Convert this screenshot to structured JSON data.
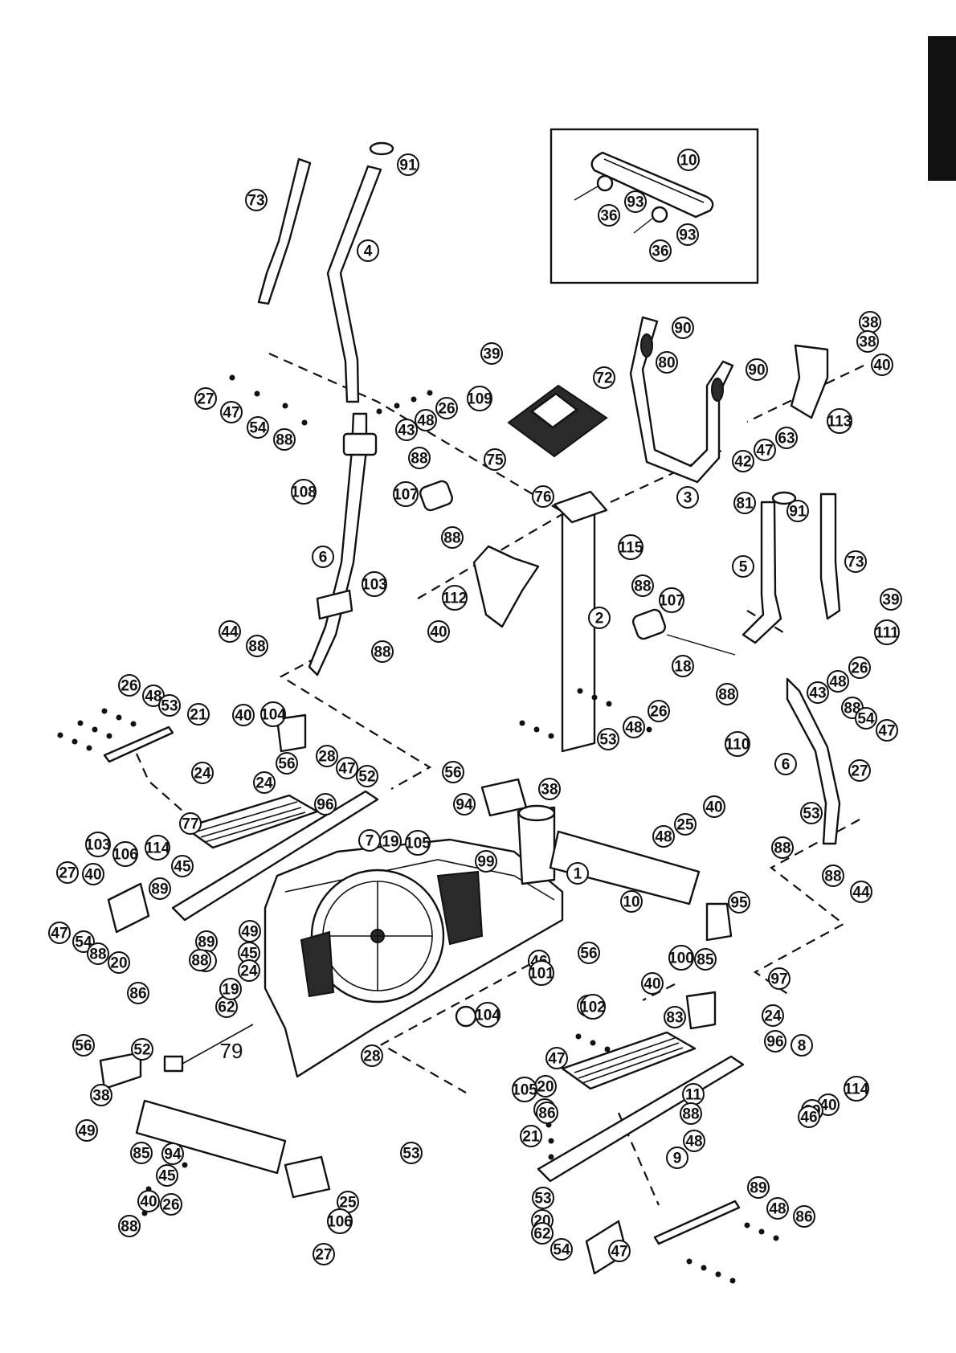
{
  "side_tab": {
    "color": "#111111"
  },
  "colors": {
    "line": "#111111",
    "background": "#ffffff"
  },
  "inset": {
    "labels": [
      "10",
      "93",
      "36",
      "93",
      "36"
    ]
  },
  "callouts": [
    {
      "label": "91"
    },
    {
      "label": "73"
    },
    {
      "label": "4"
    },
    {
      "label": "10"
    },
    {
      "label": "93"
    },
    {
      "label": "36"
    },
    {
      "label": "93"
    },
    {
      "label": "36"
    },
    {
      "label": "90"
    },
    {
      "label": "80"
    },
    {
      "label": "90"
    },
    {
      "label": "72"
    },
    {
      "label": "38"
    },
    {
      "label": "38"
    },
    {
      "label": "40"
    },
    {
      "label": "113"
    },
    {
      "label": "39"
    },
    {
      "label": "109"
    },
    {
      "label": "26"
    },
    {
      "label": "48"
    },
    {
      "label": "43"
    },
    {
      "label": "27"
    },
    {
      "label": "47"
    },
    {
      "label": "54"
    },
    {
      "label": "88"
    },
    {
      "label": "88"
    },
    {
      "label": "108"
    },
    {
      "label": "75"
    },
    {
      "label": "63"
    },
    {
      "label": "47"
    },
    {
      "label": "42"
    },
    {
      "label": "3"
    },
    {
      "label": "81"
    },
    {
      "label": "76"
    },
    {
      "label": "115"
    },
    {
      "label": "91"
    },
    {
      "label": "107"
    },
    {
      "label": "88"
    },
    {
      "label": "5"
    },
    {
      "label": "73"
    },
    {
      "label": "6"
    },
    {
      "label": "112"
    },
    {
      "label": "103"
    },
    {
      "label": "88"
    },
    {
      "label": "107"
    },
    {
      "label": "40"
    },
    {
      "label": "2"
    },
    {
      "label": "39"
    },
    {
      "label": "111"
    },
    {
      "label": "44"
    },
    {
      "label": "88"
    },
    {
      "label": "88"
    },
    {
      "label": "18"
    },
    {
      "label": "26"
    },
    {
      "label": "48"
    },
    {
      "label": "43"
    },
    {
      "label": "88"
    },
    {
      "label": "26"
    },
    {
      "label": "48"
    },
    {
      "label": "53"
    },
    {
      "label": "21"
    },
    {
      "label": "40"
    },
    {
      "label": "104"
    },
    {
      "label": "26"
    },
    {
      "label": "48"
    },
    {
      "label": "53"
    },
    {
      "label": "88"
    },
    {
      "label": "54"
    },
    {
      "label": "47"
    },
    {
      "label": "110"
    },
    {
      "label": "27"
    },
    {
      "label": "6"
    },
    {
      "label": "28"
    },
    {
      "label": "47"
    },
    {
      "label": "52"
    },
    {
      "label": "24"
    },
    {
      "label": "56"
    },
    {
      "label": "24"
    },
    {
      "label": "56"
    },
    {
      "label": "94"
    },
    {
      "label": "38"
    },
    {
      "label": "77"
    },
    {
      "label": "96"
    },
    {
      "label": "7"
    },
    {
      "label": "19"
    },
    {
      "label": "105"
    },
    {
      "label": "40"
    },
    {
      "label": "25"
    },
    {
      "label": "48"
    },
    {
      "label": "53"
    },
    {
      "label": "103"
    },
    {
      "label": "40"
    },
    {
      "label": "114"
    },
    {
      "label": "106"
    },
    {
      "label": "45"
    },
    {
      "label": "99"
    },
    {
      "label": "1"
    },
    {
      "label": "88"
    },
    {
      "label": "88"
    },
    {
      "label": "44"
    },
    {
      "label": "27"
    },
    {
      "label": "89"
    },
    {
      "label": "10"
    },
    {
      "label": "95"
    },
    {
      "label": "47"
    },
    {
      "label": "54"
    },
    {
      "label": "88"
    },
    {
      "label": "89"
    },
    {
      "label": "49"
    },
    {
      "label": "20"
    },
    {
      "label": "9"
    },
    {
      "label": "45"
    },
    {
      "label": "46"
    },
    {
      "label": "100"
    },
    {
      "label": "86"
    },
    {
      "label": "88"
    },
    {
      "label": "85"
    },
    {
      "label": "24"
    },
    {
      "label": "62"
    },
    {
      "label": "56"
    },
    {
      "label": "40"
    },
    {
      "label": "19"
    },
    {
      "label": "101"
    },
    {
      "label": "97"
    },
    {
      "label": "104"
    },
    {
      "label": "24"
    },
    {
      "label": "95"
    },
    {
      "label": "83"
    },
    {
      "label": "56"
    },
    {
      "label": "52"
    },
    {
      "label": "102"
    },
    {
      "label": "96"
    },
    {
      "label": "28"
    },
    {
      "label": "47"
    },
    {
      "label": "8"
    },
    {
      "label": "38"
    },
    {
      "label": "20"
    },
    {
      "label": "114"
    },
    {
      "label": "105"
    },
    {
      "label": "40"
    },
    {
      "label": "45"
    },
    {
      "label": "11"
    },
    {
      "label": "89"
    },
    {
      "label": "49"
    },
    {
      "label": "86"
    },
    {
      "label": "88"
    },
    {
      "label": "46"
    },
    {
      "label": "53"
    },
    {
      "label": "85"
    },
    {
      "label": "21"
    },
    {
      "label": "48"
    },
    {
      "label": "9"
    },
    {
      "label": "94"
    },
    {
      "label": "89"
    },
    {
      "label": "53"
    },
    {
      "label": "25"
    },
    {
      "label": "20"
    },
    {
      "label": "48"
    },
    {
      "label": "45"
    },
    {
      "label": "26"
    },
    {
      "label": "106"
    },
    {
      "label": "40"
    },
    {
      "label": "62"
    },
    {
      "label": "86"
    },
    {
      "label": "88"
    },
    {
      "label": "54"
    },
    {
      "label": "47"
    },
    {
      "label": "27"
    }
  ],
  "plain_labels": [
    {
      "label": "79"
    }
  ]
}
